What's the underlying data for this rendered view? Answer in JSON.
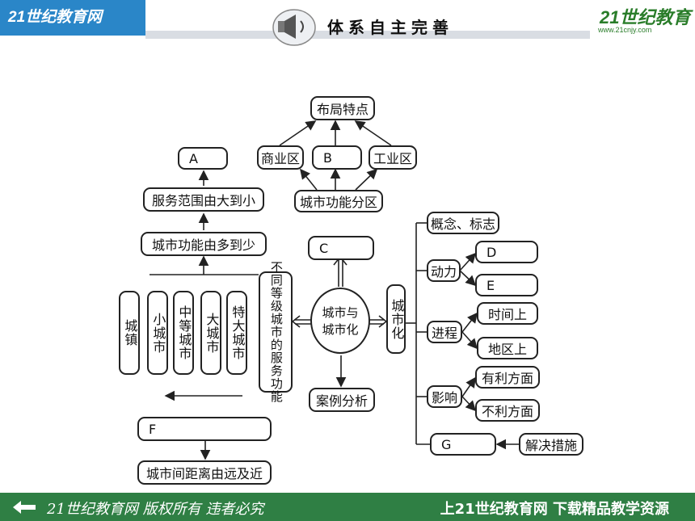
{
  "header": {
    "brand_left": "21世纪教育网",
    "title": "体系自主完善",
    "brand_right": "21世纪教育",
    "brand_right_url": "www.21cnjy.com"
  },
  "footer": {
    "left_text": "21世纪教育网  版权所有 违者必究",
    "right_text": "上21世纪教育网 下载精品教学资源"
  },
  "diagram": {
    "layout_top": "布局特点",
    "commercial": "商业区",
    "b": "B",
    "industrial": "工业区",
    "functional_zones": "城市功能分区",
    "c": "C",
    "a": "A",
    "service_range": "服务范围由大到小",
    "function_count": "城市功能由多到少",
    "town": "城镇",
    "small_city": "小城市",
    "medium_city": "中等城市",
    "large_city": "大城市",
    "mega_city": "特大城市",
    "service_function": "不同等级城市的服务功能",
    "center": "城市与城市化",
    "case_study": "案例分析",
    "urbanization": "城市化",
    "concept": "概念、标志",
    "driving_force": "动力",
    "d": "D",
    "e": "E",
    "process": "进程",
    "time": "时间上",
    "region": "地区上",
    "impact": "影响",
    "favorable": "有利方面",
    "unfavorable": "不利方面",
    "g": "G",
    "solutions": "解决措施",
    "f": "F",
    "distance": "城市间距离由远及近"
  }
}
